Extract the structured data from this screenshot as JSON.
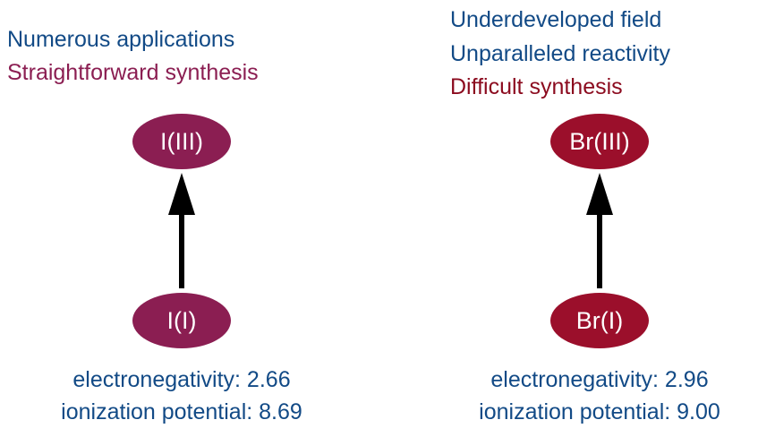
{
  "left": {
    "notes": [
      "Numerous applications",
      "Straightforward synthesis"
    ],
    "top_label": "I(III)",
    "bottom_label": "I(I)",
    "electronegativity": "electronegativity: 2.66",
    "ionization": "ionization potential: 8.69",
    "color": "#8b1e52"
  },
  "right": {
    "notes": [
      "Underdeveloped field",
      "Unparalleled reactivity",
      "Difficult synthesis"
    ],
    "top_label": "Br(III)",
    "bottom_label": "Br(I)",
    "electronegativity": "electronegativity: 2.96",
    "ionization": "ionization potential: 9.00",
    "color": "#9b0f2b"
  },
  "colors": {
    "blue": "#124a86",
    "purple": "#8b1e52",
    "red": "#8b0a1e"
  }
}
